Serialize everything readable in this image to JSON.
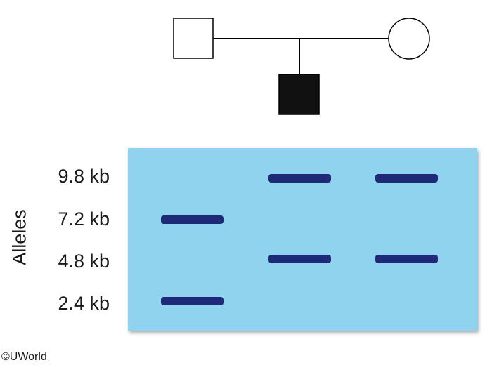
{
  "pedigree": {
    "father": {
      "symbol": "square",
      "affected": false
    },
    "mother": {
      "symbol": "circle",
      "affected": false
    },
    "son": {
      "symbol": "square",
      "affected": true
    }
  },
  "gel": {
    "axis_label": "Alleles",
    "size_labels": [
      "9.8 kb",
      "7.2 kb",
      "4.8 kb",
      "2.4 kb"
    ],
    "lanes": [
      {
        "individual": "father",
        "bands": [
          "7.2 kb",
          "2.4 kb"
        ]
      },
      {
        "individual": "mother",
        "bands": [
          "9.8 kb",
          "4.8 kb"
        ]
      },
      {
        "individual": "son",
        "bands": [
          "9.8 kb",
          "4.8 kb"
        ]
      }
    ],
    "colors": {
      "background": "#8fd3ee",
      "band": "#1e2a78"
    }
  },
  "copyright": "©UWorld"
}
